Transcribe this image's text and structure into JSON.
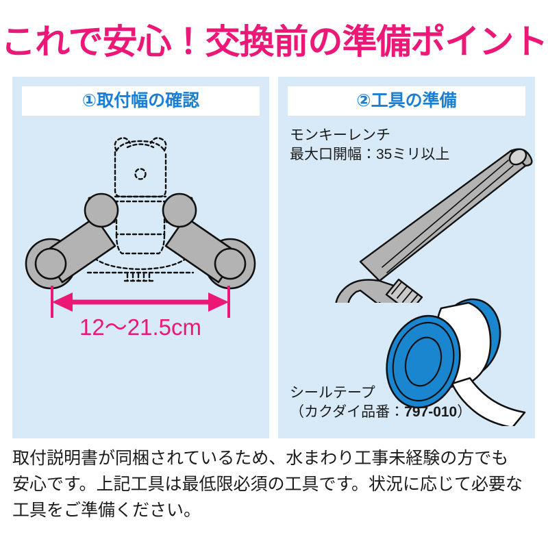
{
  "title": "これで安心！交換前の準備ポイント",
  "colors": {
    "title_pink": "#ec1878",
    "header_blue": "#1a7ed2",
    "panel_bg": "#d8eaf7",
    "metal_gray": "#b3b3b3",
    "tape_blue": "#1b86d0",
    "arrow_pink": "#ec1878",
    "body_text": "#1a1a1a"
  },
  "panels": [
    {
      "header": "①取付幅の確認",
      "diagram": {
        "kind": "faucet-mounting-width",
        "dimension_label": "12〜21.5cm"
      }
    },
    {
      "header": "②工具の準備",
      "tools": [
        {
          "kind": "monkey-wrench",
          "caption_line1": "モンキーレンチ",
          "caption_line2": "最大口開幅：35ミリ以上"
        },
        {
          "kind": "seal-tape",
          "caption_line1": "シールテープ",
          "caption_prefix": "（カクダイ品番：",
          "caption_code": "797-010",
          "caption_suffix": "）"
        }
      ]
    }
  ],
  "bottom_note": {
    "line1": "取付説明書が同梱されているため、水まわり工事未経験の方でも",
    "line2": "安心です。上記工具は最低限必須の工具です。状況に応じて必要な",
    "line3": "工具をご準備ください。"
  }
}
